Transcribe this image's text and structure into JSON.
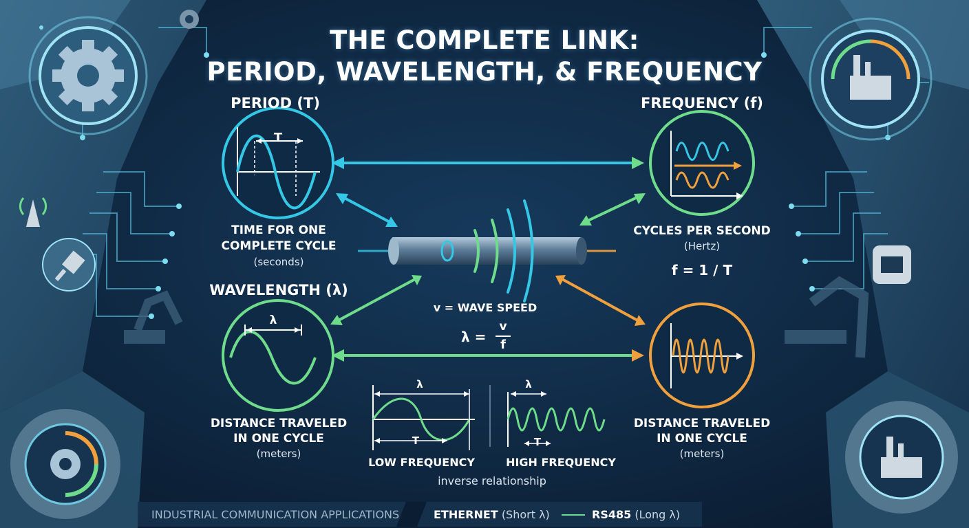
{
  "title": {
    "line1": "THE COMPLETE LINK:",
    "line2": "PERIOD, WAVELENGTH, & FREQUENCY"
  },
  "period": {
    "header": "PERIOD (T)",
    "symbol": "T",
    "caption_line1": "TIME FOR ONE",
    "caption_line2": "COMPLETE CYCLE",
    "unit": "(seconds)"
  },
  "frequency": {
    "header": "FREQUENCY (f)",
    "caption": "CYCLES PER SECOND",
    "unit": "(Hertz)",
    "formula": "f = 1 / T"
  },
  "wavelength": {
    "header": "WAVELENGTH (λ)",
    "symbol": "λ",
    "caption_line1": "DISTANCE TRAVELED",
    "caption_line2": "IN ONE CYCLE",
    "unit": "(meters)"
  },
  "right_bottom": {
    "caption_line1": "DISTANCE TRAVELED",
    "caption_line2": "IN ONE CYCLE",
    "unit": "(meters)"
  },
  "center": {
    "speed_label": "v = WAVE SPEED",
    "formula_lhs": "λ =",
    "numerator": "v",
    "denominator": "f"
  },
  "comparison": {
    "low": {
      "lambda": "λ",
      "period": "T",
      "label": "LOW FREQUENCY"
    },
    "high": {
      "lambda": "λ",
      "period": "T",
      "label": "HIGH FREQUENCY"
    },
    "relationship": "inverse relationship"
  },
  "footer": {
    "industrial": "INDUSTRIAL COMMUNICATION APPLICATIONS",
    "ethernet": "ETHERNET",
    "ethernet_note": "(Short λ)",
    "rs485": "RS485",
    "rs485_note": "(Long λ)"
  },
  "colors": {
    "background": "#0b1d33",
    "cyan": "#35c8e6",
    "green": "#6fdc8c",
    "orange": "#f0a03c",
    "text": "#ffffff"
  },
  "icons": [
    "gear-icon",
    "factory-icon",
    "antenna-icon",
    "ethernet-cable-icon",
    "robot-arm-icon",
    "ethernet-port-icon",
    "pipe-icon"
  ]
}
